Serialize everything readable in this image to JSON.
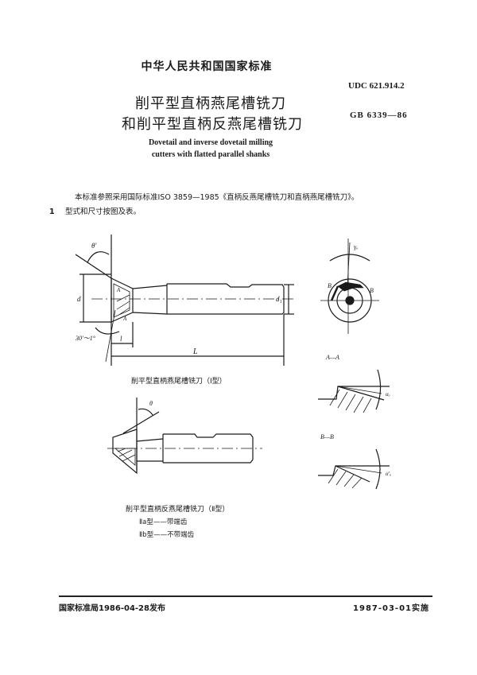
{
  "header": {
    "issuer": "中华人民共和国国家标准",
    "udc": "UDC 621.914.2",
    "gb_number": "GB 6339—86"
  },
  "title": {
    "cn_line1": "削平型直柄燕尾槽铣刀",
    "cn_line2": "和削平型直柄反燕尾槽铣刀",
    "en_line1": "Dovetail and inverse dovetail milling",
    "en_line2": "cutters with flatted parallel shanks"
  },
  "body": {
    "reference_paragraph": "本标准参照采用国际标准ISO 3859—1985《直柄反燕尾槽铣刀和直柄燕尾槽铣刀》。",
    "clause_number": "1",
    "clause_text": "型式和尺寸按图及表。"
  },
  "figures": {
    "type1": {
      "caption": "削平型直柄燕尾槽铣刀（Ⅰ型）",
      "labels": {
        "angle": "θ'",
        "diameter": "d",
        "shank_diameter": "d₁",
        "section_mark": "A",
        "tolerance_angle": "30′～1°",
        "cutting_length": "l",
        "total_length": "L"
      }
    },
    "end_view": {
      "rake_angle": "γₒ",
      "section_left": "B",
      "section_right": "B"
    },
    "section_aa": {
      "title": "A—A",
      "angle": "αₒ"
    },
    "section_bb": {
      "title": "B—B",
      "angle": "α′ₒ"
    },
    "type2": {
      "caption": "削平型直柄反燕尾槽铣刀（Ⅱ型）",
      "angle": "θ",
      "subtype_a": "Ⅱa型——带端齿",
      "subtype_b": "Ⅱb型——不带端齿"
    }
  },
  "footer": {
    "published": "国家标准局1986-04-28发布",
    "effective": "1987-03-01实施"
  }
}
